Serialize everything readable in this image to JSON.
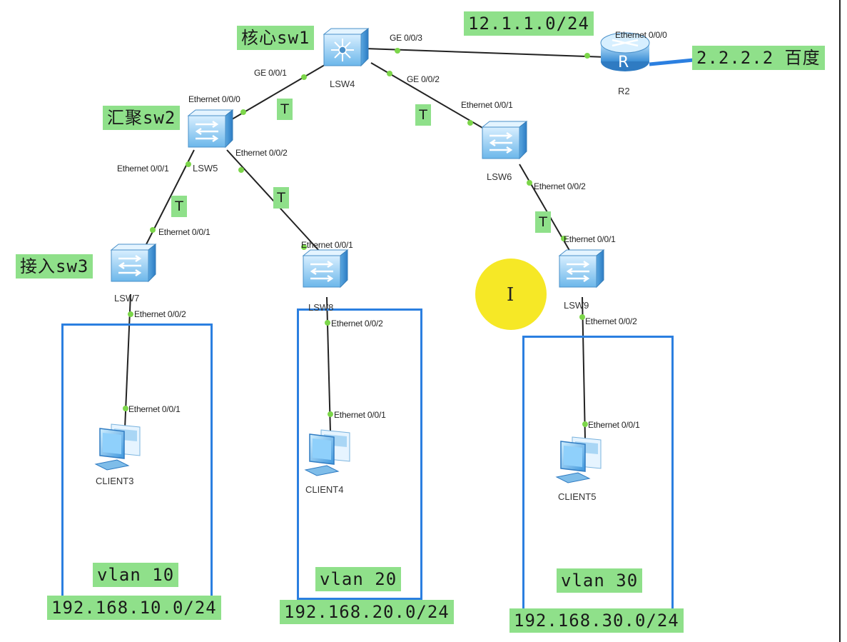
{
  "colors": {
    "label_bg": "#8fe08a",
    "vlan_border": "#2b7fe0",
    "link_line": "#222222",
    "router_link": "#2b7fe0",
    "port_dot": "#7cd64a",
    "cursor_highlight": "#f5e614"
  },
  "labels": {
    "core": "核心sw1",
    "aggregation": "汇聚sw2",
    "access": "接入sw3",
    "wan_subnet": "12.1.1.0/24",
    "internet": "2.2.2.2 百度",
    "vlan10": "vlan 10",
    "vlan20": "vlan 20",
    "vlan30": "vlan 30",
    "subnet10": "192.168.10.0/24",
    "subnet20": "192.168.20.0/24",
    "subnet30": "192.168.30.0/24"
  },
  "trunk_mark": "T",
  "devices": {
    "lsw4": {
      "name": "LSW4",
      "icon": "core-switch-icon"
    },
    "r2": {
      "name": "R2",
      "icon": "router-icon"
    },
    "lsw5": {
      "name": "LSW5",
      "icon": "switch-icon"
    },
    "lsw6": {
      "name": "LSW6",
      "icon": "switch-icon"
    },
    "lsw7": {
      "name": "LSW7",
      "icon": "switch-icon"
    },
    "lsw8": {
      "name": "LSW8",
      "icon": "switch-icon"
    },
    "lsw9": {
      "name": "LSW9",
      "icon": "switch-icon"
    },
    "client3": {
      "name": "CLIENT3",
      "icon": "client-pc-icon"
    },
    "client4": {
      "name": "CLIENT4",
      "icon": "client-pc-icon"
    },
    "client5": {
      "name": "CLIENT5",
      "icon": "client-pc-icon"
    }
  },
  "ports": {
    "lsw4_ge003": "GE 0/0/3",
    "r2_eth000": "Ethernet 0/0/0",
    "lsw4_ge001": "GE 0/0/1",
    "lsw4_ge002": "GE 0/0/2",
    "lsw5_eth000": "Ethernet 0/0/0",
    "lsw5_eth002": "Ethernet 0/0/2",
    "lsw5_eth001": "Ethernet 0/0/1",
    "lsw6_eth001": "Ethernet 0/0/1",
    "lsw6_eth002": "Ethernet 0/0/2",
    "lsw7_eth001": "Ethernet 0/0/1",
    "lsw7_eth002": "Ethernet 0/0/2",
    "lsw8_eth001": "Ethernet 0/0/1",
    "lsw8_eth002": "Ethernet 0/0/2",
    "lsw9_eth001": "Ethernet 0/0/1",
    "lsw9_eth002": "Ethernet 0/0/2",
    "client3_eth001": "Ethernet 0/0/1",
    "client4_eth001": "Ethernet 0/0/1",
    "client5_eth001": "Ethernet 0/0/1"
  }
}
